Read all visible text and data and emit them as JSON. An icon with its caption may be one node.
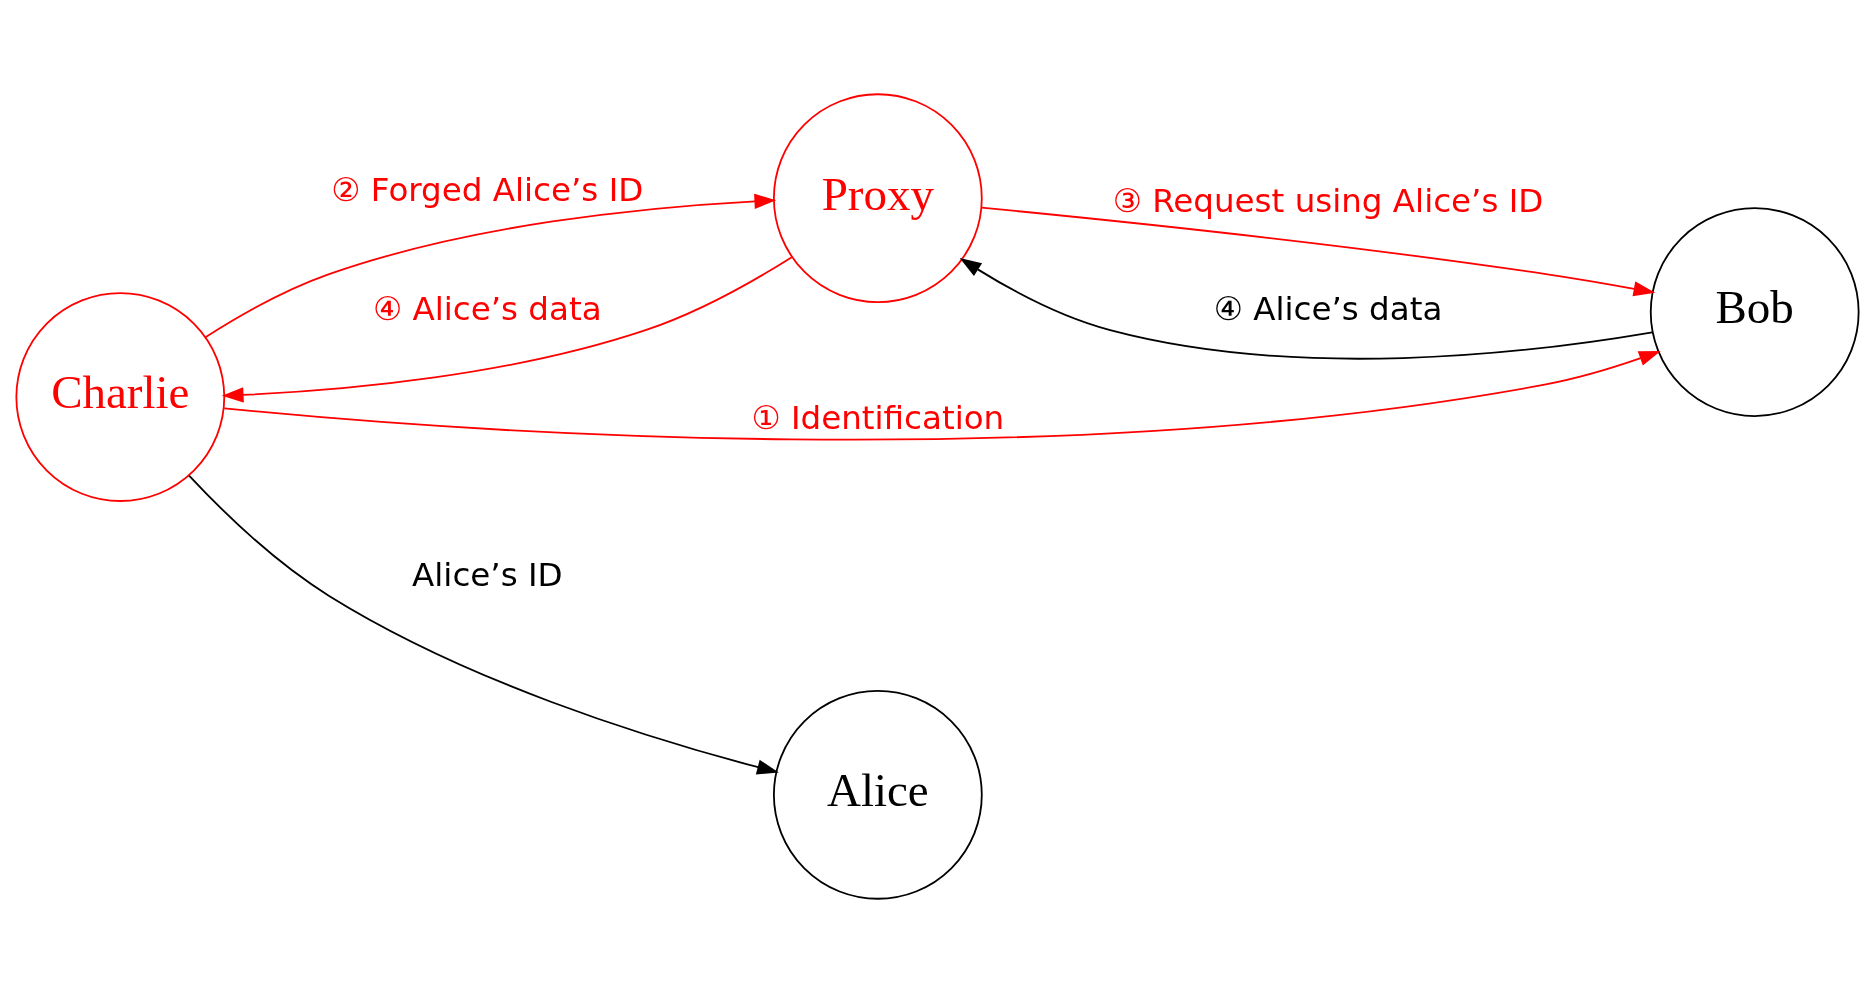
{
  "diagram": {
    "nodes": [
      {
        "text": [
          "Charlie"
        ]
      },
      {
        "text": [
          "Proxy"
        ]
      },
      {
        "text": [
          "Bob"
        ]
      },
      {
        "text": [
          "Alice"
        ]
      }
    ],
    "edges": [
      {
        "from": 0,
        "to": 2,
        "arrow": "to",
        "label": "① Identification"
      },
      {
        "from": 0,
        "to": 1,
        "arrow": "to",
        "label": "② Forged Alice’s ID"
      },
      {
        "from": 1,
        "to": 2,
        "arrow": "to",
        "label": "③ Request using Alice’s ID"
      },
      {
        "from": 2,
        "to": 1,
        "arrow": "to",
        "label": "④ Alice’s data",
        "color": "#000000"
      },
      {
        "from": 1,
        "to": 0,
        "arrow": "to",
        "label": "④ Alice’s data"
      },
      {
        "from": 0,
        "to": 3,
        "arrow": "to",
        "label": "Alice’s ID",
        "color": "#000000"
      }
    ]
  }
}
